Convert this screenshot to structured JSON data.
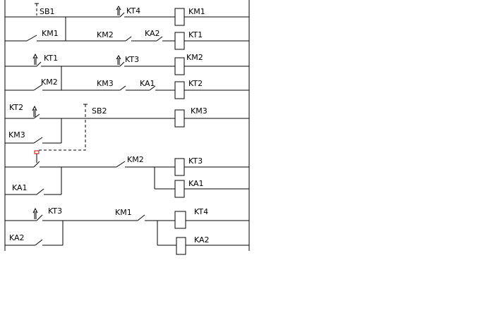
{
  "labels": {
    "sb1": "SB1",
    "kt4_r1": "KT4",
    "km1_coil": "KM1",
    "km1_r2": "KM1",
    "km2_r2": "KM2",
    "ka2_r2": "KA2",
    "kt1_coil": "KT1",
    "kt1_r3": "KT1",
    "kt3_r3": "KT3",
    "km2_coil": "KM2",
    "km2_r4": "KM2",
    "km3_r4": "KM3",
    "ka1_r4": "KA1",
    "kt2_coil": "KT2",
    "kt2_r5": "KT2",
    "sb2": "SB2",
    "km3_coil": "KM3",
    "km3_r6": "KM3",
    "km2_r7": "KM2",
    "kt3_coil": "KT3",
    "ka1_r8": "KA1",
    "ka1_coil": "KA1",
    "kt3_r9": "KT3",
    "km1_r9": "KM1",
    "kt4_coil": "KT4",
    "ka2_r10": "KA2",
    "ka2_coil": "KA2"
  }
}
